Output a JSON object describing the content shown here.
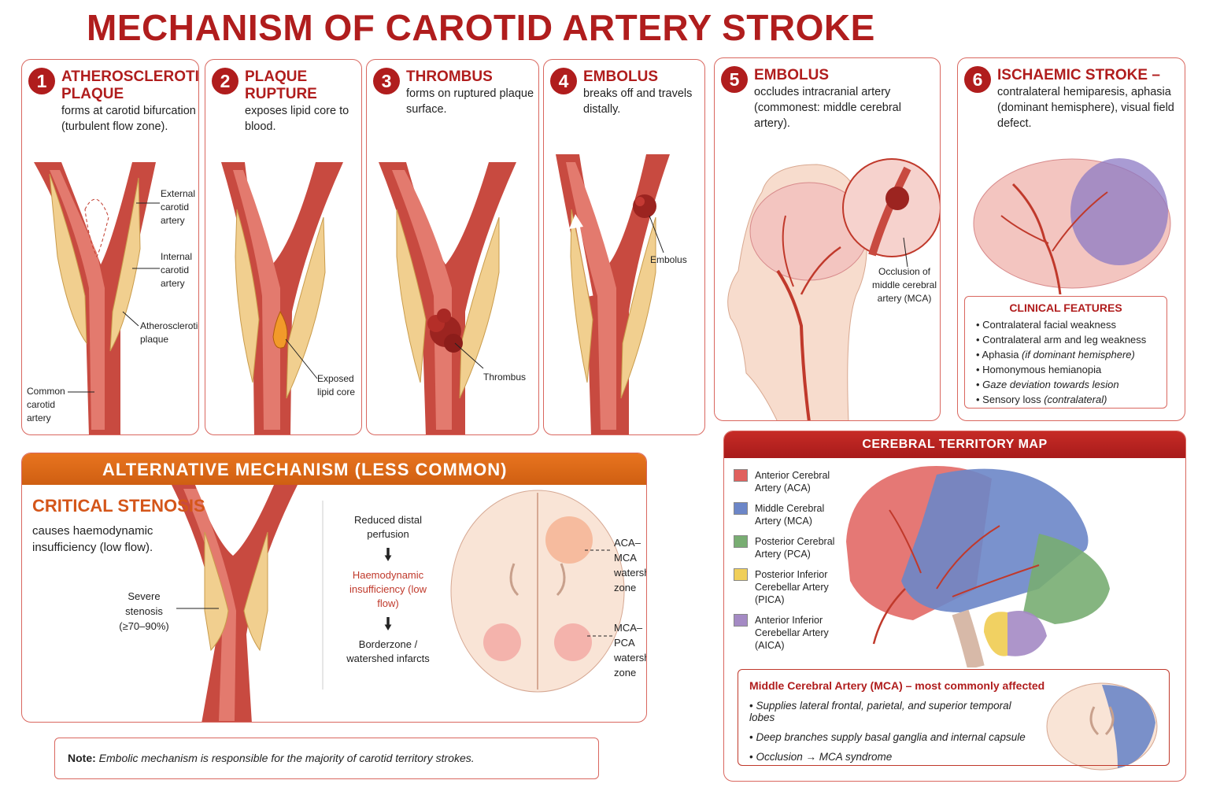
{
  "title": "MECHANISM OF CAROTID ARTERY STROKE",
  "steps": [
    {
      "num": "1",
      "title": "ATHEROSCLEROTIC PLAQUE",
      "desc": "forms at carotid bifurcation (turbulent flow zone).",
      "labels": [
        "External carotid artery",
        "Internal carotid artery",
        "Atherosclerotic plaque",
        "Common carotid artery"
      ]
    },
    {
      "num": "2",
      "title": "PLAQUE RUPTURE",
      "desc": "exposes lipid core to blood.",
      "labels": [
        "Exposed lipid core"
      ]
    },
    {
      "num": "3",
      "title": "THROMBUS",
      "desc": "forms on ruptured plaque surface.",
      "labels": [
        "Thrombus"
      ]
    },
    {
      "num": "4",
      "title": "EMBOLUS",
      "desc": "breaks off and travels distally.",
      "labels": [
        "Embolus"
      ]
    },
    {
      "num": "5",
      "title": "EMBOLUS",
      "desc": "occludes intracranial artery (commonest: middle cerebral artery).",
      "labels": [
        "Occlusion of middle cerebral artery (MCA)"
      ]
    },
    {
      "num": "6",
      "title": "ISCHAEMIC STROKE –",
      "desc": "contralateral hemiparesis, aphasia (dominant hemisphere), visual field defect."
    }
  ],
  "clinical": {
    "title": "CLINICAL FEATURES",
    "items": [
      {
        "main": "Contralateral facial weakness",
        "ital": ""
      },
      {
        "main": "Contralateral arm and leg weakness",
        "ital": ""
      },
      {
        "main": "Aphasia ",
        "ital": "(if dominant hemisphere)"
      },
      {
        "main": "Homonymous hemianopia",
        "ital": ""
      },
      {
        "main": "Gaze deviation towards lesion",
        "ital": ""
      },
      {
        "main": "Sensory loss ",
        "ital": "(contralateral)"
      }
    ]
  },
  "alternative": {
    "header": "ALTERNATIVE MECHANISM (LESS COMMON)",
    "title": "CRITICAL STENOSIS",
    "desc": "causes haemodynamic insufficiency (low flow).",
    "stenosis_label": [
      "Severe",
      "stenosis",
      "(≥70–90%)"
    ],
    "flow": [
      "Reduced distal perfusion",
      "Haemodynamic insufficiency (low flow)",
      "Borderzone / watershed infarcts"
    ],
    "watershed": [
      [
        "ACA–MCA",
        "watershed",
        "zone"
      ],
      [
        "MCA–PCA",
        "watershed",
        "zone"
      ]
    ]
  },
  "note": {
    "label": "Note:",
    "text": "Embolic mechanism is responsible for the majority of carotid territory strokes."
  },
  "territory_map": {
    "header": "CEREBRAL TERRITORY MAP",
    "legend": [
      {
        "label": "Anterior Cerebral Artery (ACA)",
        "color": "#e0605d"
      },
      {
        "label": "Middle Cerebral Artery (MCA)",
        "color": "#6c86c8"
      },
      {
        "label": "Posterior Cerebral Artery (PCA)",
        "color": "#78ad72"
      },
      {
        "label": "Posterior Inferior Cerebellar Artery (PICA)",
        "color": "#f0cf5a"
      },
      {
        "label": "Anterior Inferior Cerebellar Artery (AICA)",
        "color": "#a48ac4"
      }
    ],
    "mca": {
      "title": "Middle Cerebral Artery (MCA) – most commonly affected",
      "items": [
        "Supplies lateral frontal, parietal, and superior temporal lobes",
        "Deep branches supply basal ganglia and internal capsule",
        "Occlusion → MCA syndrome"
      ]
    }
  }
}
